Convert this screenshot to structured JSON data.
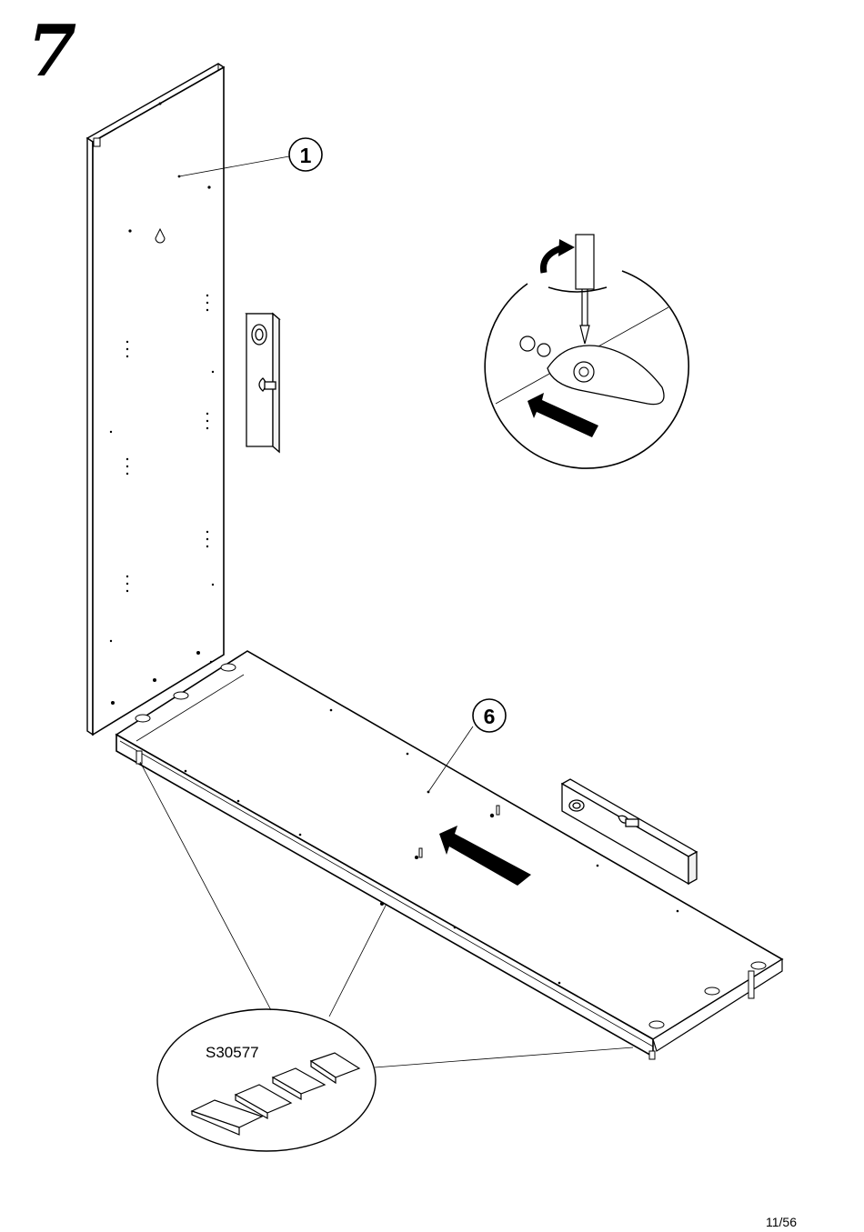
{
  "step": {
    "number": "7"
  },
  "callouts": {
    "panel_side": "1",
    "panel_bottom": "6"
  },
  "hardware": {
    "part_code": "S30577"
  },
  "page": {
    "number": "11/56"
  },
  "icons": [
    "screwdriver-icon",
    "rotation-arrow-icon",
    "push-arrow-icon",
    "spirit-level-icon"
  ]
}
